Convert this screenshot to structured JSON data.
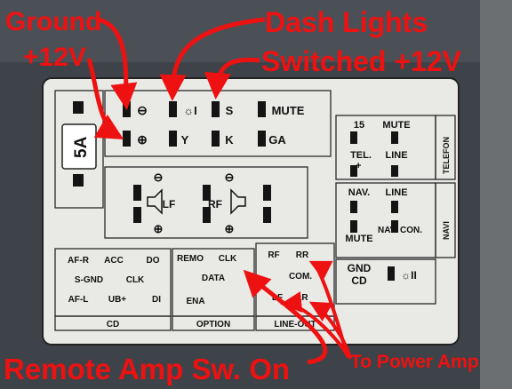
{
  "fuse": {
    "rating": "5A"
  },
  "top_block": {
    "row1": [
      "S",
      "MUTE"
    ],
    "row2": [
      "K",
      "GA"
    ]
  },
  "speaker_block": {
    "left": "LF",
    "right": "RF"
  },
  "telefon": {
    "header": "TELEFON",
    "rows": [
      [
        "15",
        "MUTE"
      ],
      [
        "TEL.",
        "LINE"
      ]
    ]
  },
  "navi": {
    "header": "NAVI",
    "rows": [
      [
        "NAV.",
        "LINE"
      ],
      [
        "MUTE",
        "NAV. CON."
      ]
    ]
  },
  "gnd_block": {
    "label_top": "GND",
    "label_bottom": "CD"
  },
  "cd": {
    "section": "CD",
    "row1": [
      "AF-R",
      "ACC",
      "DO"
    ],
    "row2": [
      "S-GND",
      "CLK"
    ],
    "row3": [
      "AF-L",
      "DI"
    ]
  },
  "option": {
    "section": "OPTION",
    "row1": [
      "REMO",
      "CLK"
    ],
    "row2": "DATA",
    "row3": "ENA"
  },
  "line_out": {
    "section": "LINE-OUT",
    "row1": [
      "RF",
      "RR"
    ],
    "row2": "COM.",
    "row3": [
      "LF",
      "LR"
    ]
  },
  "annotations": {
    "ground": "Ground",
    "plus12": "+12V",
    "dash_lights": "Dash Lights",
    "switched": "Switched +12V",
    "remote": "Remote Amp Sw. On",
    "power_amp": "To Power Amp"
  },
  "colors": {
    "annotation": "#ee1111",
    "label_plate": "#e9e9e6",
    "background": "#3b4146"
  }
}
